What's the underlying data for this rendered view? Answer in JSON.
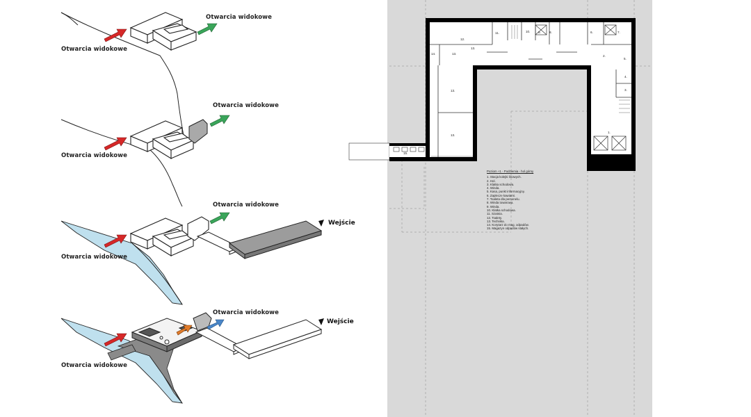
{
  "diagrams": {
    "view_label": "Otwarcia widokowe",
    "entrance_label": "Wejście"
  },
  "colors": {
    "arrow_red": "#d62828",
    "arrow_green": "#3aa55a",
    "arrow_blue": "#4a86c8",
    "arrow_orange": "#e07b2a",
    "water": "#bfe0ee",
    "plan_background": "#d9d9d9",
    "walls": "#000000"
  },
  "floor_plan": {
    "room_numbers": [
      "1.",
      "2.",
      "3.",
      "4.",
      "5.",
      "6.",
      "7.",
      "8.",
      "9.",
      "10.",
      "11.",
      "12.",
      "13.",
      "13.",
      "13.",
      "13.",
      "14.",
      "15."
    ],
    "legend": {
      "title": "Poziom +1 - Podziemia - hol górny",
      "items": [
        "1. Stacja kolejki linowych.",
        "2. Hol.",
        "3. Klatka schodowa.",
        "4. Winda.",
        "5. Kasa, punkt informacyjny.",
        "6. Zaplecze kawiarni.",
        "7. Toaleta dla personelu.",
        "8. Winda towarowa.",
        "9. Winda.",
        "10. Klatka schodowa.",
        "11. Szatnia.",
        "12. Toalety.",
        "13. Technika.",
        "14. Korytarz do mag. odpadów.",
        "15. Magazyn odpadów stałych."
      ]
    }
  }
}
